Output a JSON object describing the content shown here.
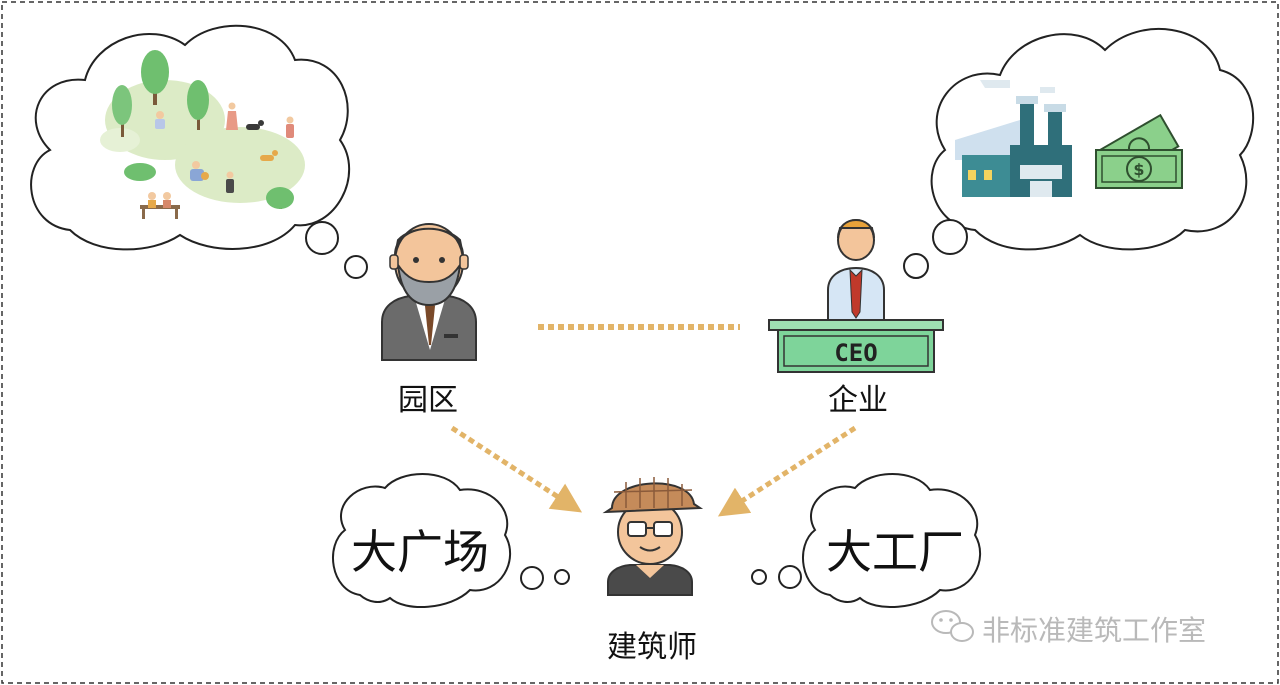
{
  "nodes": {
    "park": {
      "label": "园区"
    },
    "enterprise": {
      "label": "企业",
      "desk_sign": "CEO"
    },
    "architect": {
      "label": "建筑师"
    }
  },
  "thoughts": {
    "park_dream": {
      "content": "park-scene-illustration"
    },
    "enterprise_dream": {
      "content": "factory-and-money-illustration"
    },
    "plaza": {
      "text": "大广场"
    },
    "factory": {
      "text": "大工厂"
    }
  },
  "watermark": {
    "text": "非标准建筑工作室"
  },
  "colors": {
    "border": "#333333",
    "arrow": "#e2b468",
    "desk_green": "#7ed49a",
    "tree_green": "#6fbf6f",
    "factory_teal": "#2f6f7a",
    "money_green": "#8bd08b"
  }
}
